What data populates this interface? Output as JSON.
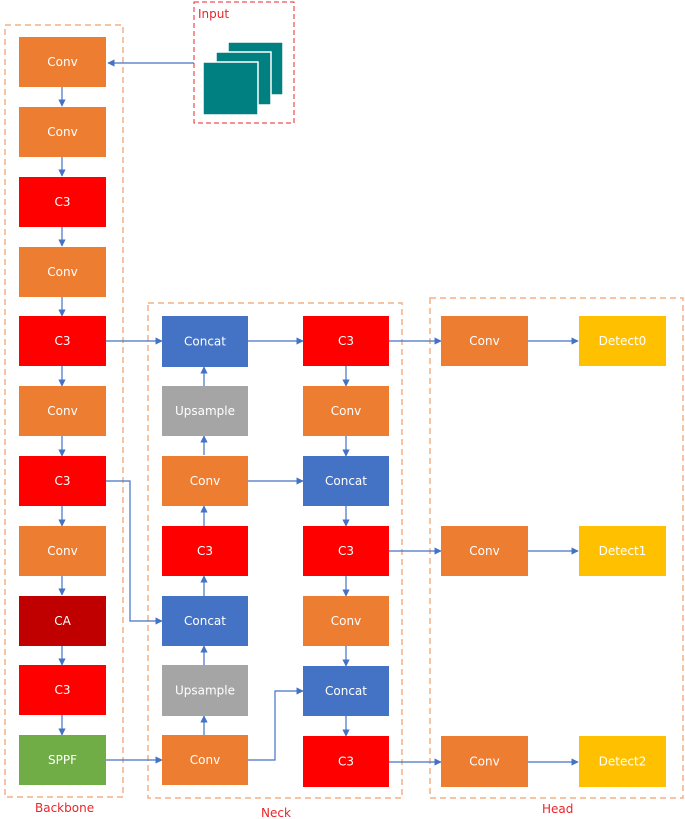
{
  "colors": {
    "conv": "#ed7d31",
    "c3": "#ff0000",
    "ca": "#c00000",
    "sppf": "#70ad47",
    "concat": "#4472c4",
    "upsample": "#a5a5a5",
    "detect": "#ffc000",
    "input_icon": "#008080",
    "arrow": "#4472c4",
    "backbone_border": "#f4b183",
    "input_border": "#e8262a",
    "label": "#e8262a"
  },
  "groups": {
    "input": "Input",
    "backbone": "Backbone",
    "neck": "Neck",
    "head": "Head"
  },
  "blocks": {
    "b_conv1": {
      "label": "Conv",
      "kind": "conv"
    },
    "b_conv2": {
      "label": "Conv",
      "kind": "conv"
    },
    "b_c3_1": {
      "label": "C3",
      "kind": "c3"
    },
    "b_conv3": {
      "label": "Conv",
      "kind": "conv"
    },
    "b_c3_2": {
      "label": "C3",
      "kind": "c3"
    },
    "b_conv4": {
      "label": "Conv",
      "kind": "conv"
    },
    "b_c3_3": {
      "label": "C3",
      "kind": "c3"
    },
    "b_conv5": {
      "label": "Conv",
      "kind": "conv"
    },
    "b_ca": {
      "label": "CA",
      "kind": "ca"
    },
    "b_c3_4": {
      "label": "C3",
      "kind": "c3"
    },
    "b_sppf": {
      "label": "SPPF",
      "kind": "sppf"
    },
    "n_concat1": {
      "label": "Concat",
      "kind": "concat"
    },
    "n_up1": {
      "label": "Upsample",
      "kind": "upsample"
    },
    "n_conv1": {
      "label": "Conv",
      "kind": "conv"
    },
    "n_c3_1": {
      "label": "C3",
      "kind": "c3"
    },
    "n_concat2": {
      "label": "Concat",
      "kind": "concat"
    },
    "n_up2": {
      "label": "Upsample",
      "kind": "upsample"
    },
    "n_conv2": {
      "label": "Conv",
      "kind": "conv"
    },
    "n_c3_a": {
      "label": "C3",
      "kind": "c3"
    },
    "n_conv_a": {
      "label": "Conv",
      "kind": "conv"
    },
    "n_concat_a": {
      "label": "Concat",
      "kind": "concat"
    },
    "n_c3_b": {
      "label": "C3",
      "kind": "c3"
    },
    "n_conv_b": {
      "label": "Conv",
      "kind": "conv"
    },
    "n_concat_b": {
      "label": "Concat",
      "kind": "concat"
    },
    "n_c3_c": {
      "label": "C3",
      "kind": "c3"
    },
    "h_conv0": {
      "label": "Conv",
      "kind": "conv"
    },
    "h_conv1": {
      "label": "Conv",
      "kind": "conv"
    },
    "h_conv2": {
      "label": "Conv",
      "kind": "conv"
    },
    "h_det0": {
      "label": "Detect0",
      "kind": "detect"
    },
    "h_det1": {
      "label": "Detect1",
      "kind": "detect"
    },
    "h_det2": {
      "label": "Detect2",
      "kind": "detect"
    }
  }
}
